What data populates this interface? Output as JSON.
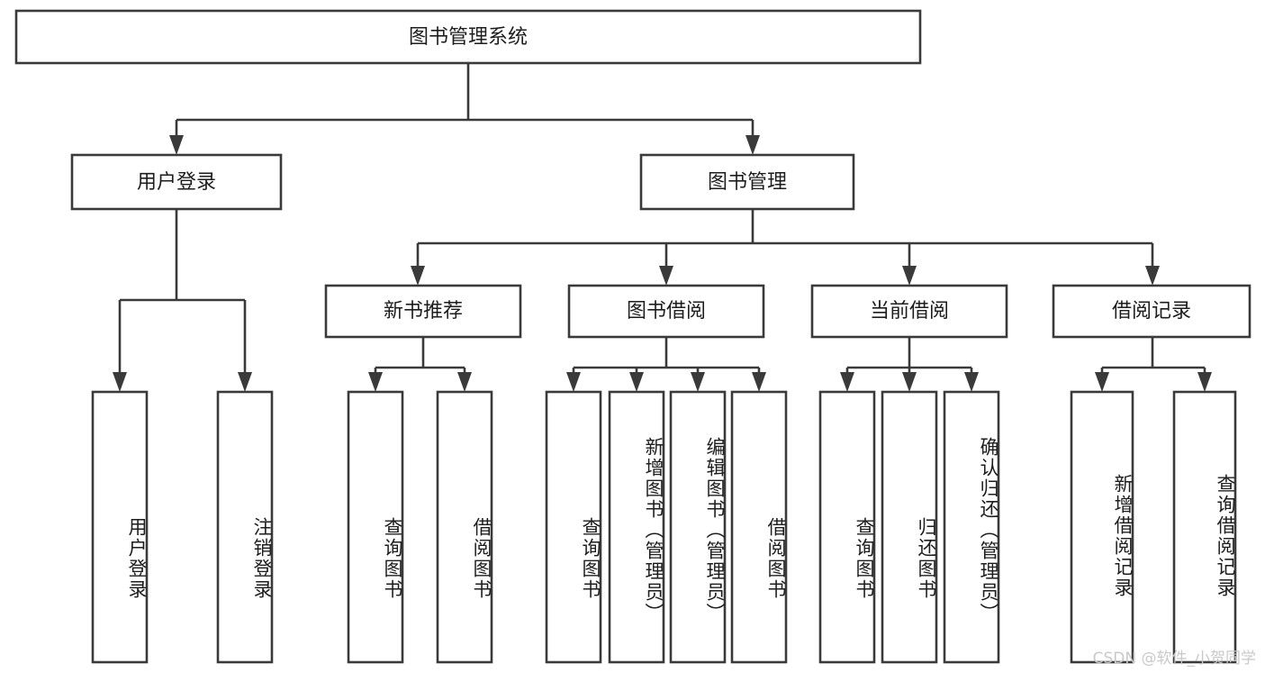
{
  "diagram": {
    "title": "图书管理系统",
    "type": "tree",
    "background_color": "#ffffff",
    "line_color": "#3a3a3a",
    "text_color": "#1d1d1d",
    "root": {
      "label": "图书管理系统"
    },
    "level1": [
      {
        "label": "用户登录"
      },
      {
        "label": "图书管理"
      }
    ],
    "level2": [
      {
        "label": "新书推荐"
      },
      {
        "label": "图书借阅"
      },
      {
        "label": "当前借阅"
      },
      {
        "label": "借阅记录"
      }
    ],
    "leaves": {
      "user_login": [
        {
          "label": "用户登录"
        },
        {
          "label": "注销登录"
        }
      ],
      "new_book_recommend": [
        {
          "label": "查询图书"
        },
        {
          "label": "借阅图书"
        }
      ],
      "book_borrow": [
        {
          "label": "查询图书"
        },
        {
          "label": "新增图书（管理员）"
        },
        {
          "label": "编辑图书（管理员）"
        },
        {
          "label": "借阅图书"
        }
      ],
      "current_borrow": [
        {
          "label": "查询图书"
        },
        {
          "label": "归还图书"
        },
        {
          "label": "确认归还（管理员）"
        }
      ],
      "borrow_record": [
        {
          "label": "新增借阅记录"
        },
        {
          "label": "查询借阅记录"
        }
      ]
    },
    "watermark": "CSDN @软件_小贺同学"
  }
}
